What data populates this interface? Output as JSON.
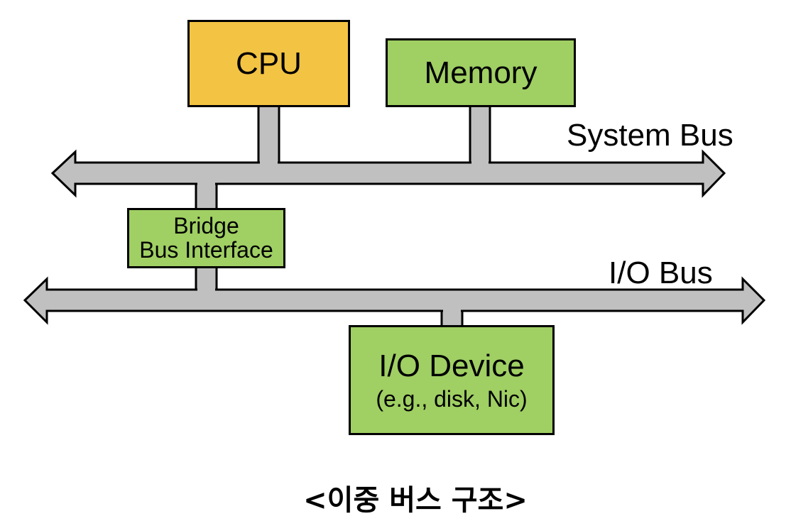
{
  "diagram": {
    "caption": "<이중 버스 구조>",
    "colors": {
      "cpu": "#f3c343",
      "component": "#a0cf63",
      "bus": "#c0c0c0",
      "outline": "#000000"
    },
    "nodes": {
      "cpu": {
        "label": "CPU"
      },
      "memory": {
        "label": "Memory"
      },
      "bridge": {
        "line1": "Bridge",
        "line2": "Bus Interface"
      },
      "io_device": {
        "line1": "I/O Device",
        "line2": "(e.g., disk, Nic)"
      }
    },
    "buses": {
      "system_bus": {
        "label": "System Bus",
        "direction": "bidirectional"
      },
      "io_bus": {
        "label": "I/O Bus",
        "direction": "bidirectional"
      }
    },
    "connections": [
      {
        "from": "cpu",
        "to": "system_bus"
      },
      {
        "from": "memory",
        "to": "system_bus"
      },
      {
        "from": "system_bus",
        "to": "bridge"
      },
      {
        "from": "bridge",
        "to": "io_bus"
      },
      {
        "from": "io_bus",
        "to": "io_device"
      }
    ]
  }
}
